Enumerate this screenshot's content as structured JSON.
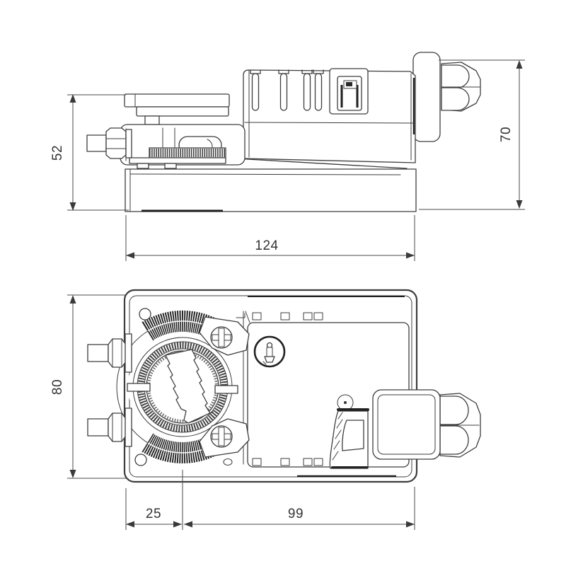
{
  "figure": {
    "type": "technical-dimensional-drawing",
    "subject": "rotary damper actuator, two orthographic views with millimetre dimensions",
    "line_color": "#3d3d3d",
    "dark_color": "#1f1f1f",
    "views": {
      "side_view": {
        "name": "side view (upper drawing)",
        "dims": {
          "clamp_height": {
            "value": "52",
            "axis": "vertical",
            "side": "left"
          },
          "total_height": {
            "value": "70",
            "axis": "vertical",
            "side": "right"
          },
          "total_length": {
            "value": "124",
            "axis": "horizontal",
            "side": "bottom"
          }
        }
      },
      "top_view": {
        "name": "top view (lower drawing)",
        "dims": {
          "total_width": {
            "value": "80",
            "axis": "vertical",
            "side": "left"
          },
          "clamp_center_offset": {
            "value": "25",
            "axis": "horizontal",
            "side": "bottom-left"
          },
          "body_length": {
            "value": "99",
            "axis": "horizontal",
            "side": "bottom-right"
          }
        }
      }
    }
  }
}
